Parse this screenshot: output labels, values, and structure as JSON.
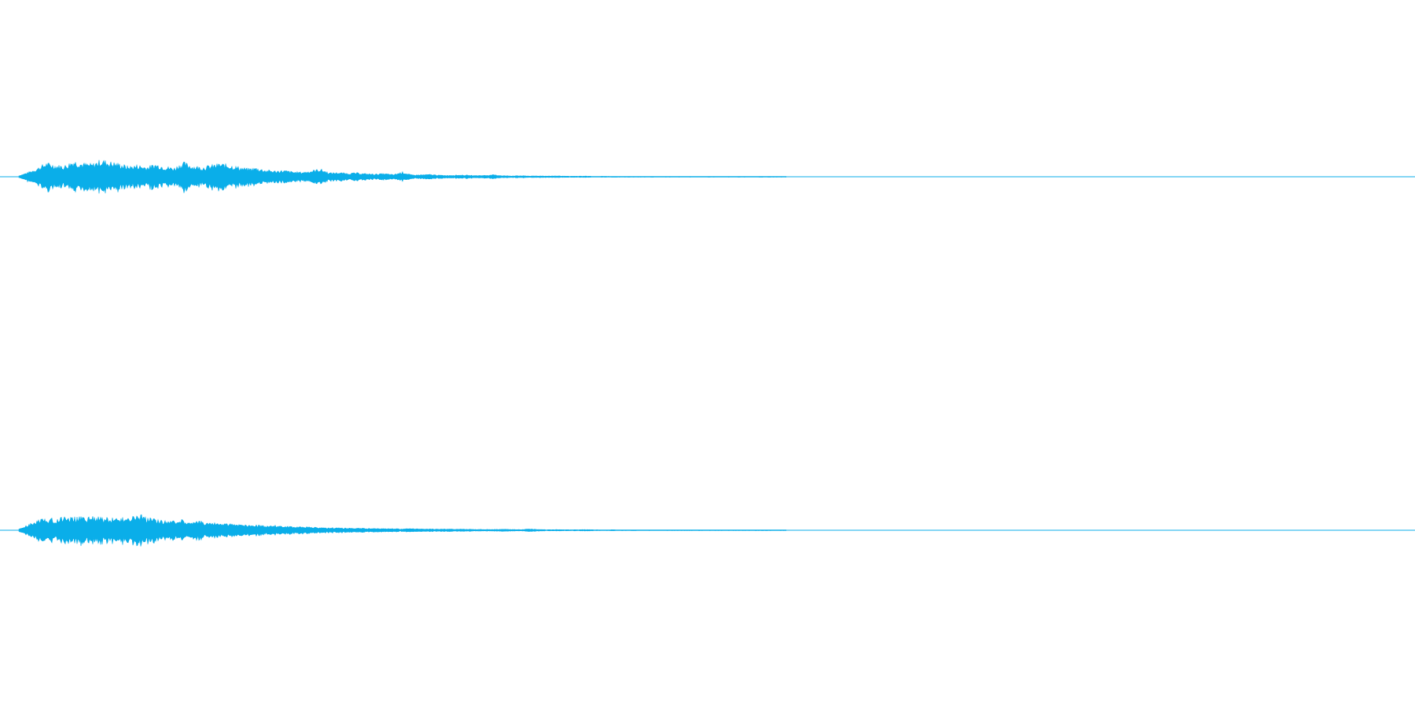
{
  "waveform": {
    "channel_count": 2,
    "wave_color": "#0aaee9",
    "background_color": "#ffffff",
    "channels": [
      {
        "name": "",
        "envelope": [
          0.06,
          0.25,
          0.48,
          0.78,
          0.66,
          0.62,
          0.92,
          0.76,
          0.71,
          0.96,
          0.84,
          0.75,
          0.58,
          0.66,
          0.56,
          0.72,
          0.58,
          0.5,
          0.82,
          0.62,
          0.55,
          0.64,
          0.74,
          0.68,
          0.56,
          0.46,
          0.5,
          0.38,
          0.33,
          0.36,
          0.28,
          0.26,
          0.34,
          0.44,
          0.22,
          0.24,
          0.2,
          0.22,
          0.17,
          0.15,
          0.18,
          0.12,
          0.27,
          0.1,
          0.11,
          0.13,
          0.09,
          0.08,
          0.1,
          0.09,
          0.07,
          0.08,
          0.11,
          0.06,
          0.05,
          0.06,
          0.04,
          0.05,
          0.04,
          0.05,
          0.03,
          0.03,
          0.04,
          0.02,
          0.03,
          0.02,
          0.02,
          0.02,
          0.02,
          0.02,
          0.015,
          0.02,
          0.01,
          0.02,
          0.01,
          0.01,
          0.01,
          0.01,
          0.01,
          0.01,
          0.02,
          0.01,
          0.01,
          0.01,
          0.005
        ]
      },
      {
        "name": "",
        "envelope": [
          0.06,
          0.3,
          0.55,
          0.7,
          0.62,
          0.8,
          0.72,
          0.74,
          0.78,
          0.7,
          0.67,
          0.72,
          0.62,
          0.95,
          0.7,
          0.6,
          0.56,
          0.52,
          0.58,
          0.48,
          0.5,
          0.42,
          0.38,
          0.36,
          0.33,
          0.3,
          0.3,
          0.24,
          0.27,
          0.22,
          0.2,
          0.22,
          0.17,
          0.15,
          0.15,
          0.14,
          0.12,
          0.13,
          0.1,
          0.1,
          0.09,
          0.09,
          0.08,
          0.09,
          0.07,
          0.08,
          0.06,
          0.08,
          0.06,
          0.06,
          0.05,
          0.05,
          0.05,
          0.06,
          0.05,
          0.04,
          0.08,
          0.04,
          0.03,
          0.04,
          0.03,
          0.03,
          0.04,
          0.03,
          0.02,
          0.03,
          0.02,
          0.02,
          0.02,
          0.02,
          0.02,
          0.015,
          0.02,
          0.01,
          0.02,
          0.01,
          0.01,
          0.01,
          0.01,
          0.01,
          0.01,
          0.01,
          0.01,
          0.01,
          0.005
        ]
      }
    ]
  }
}
